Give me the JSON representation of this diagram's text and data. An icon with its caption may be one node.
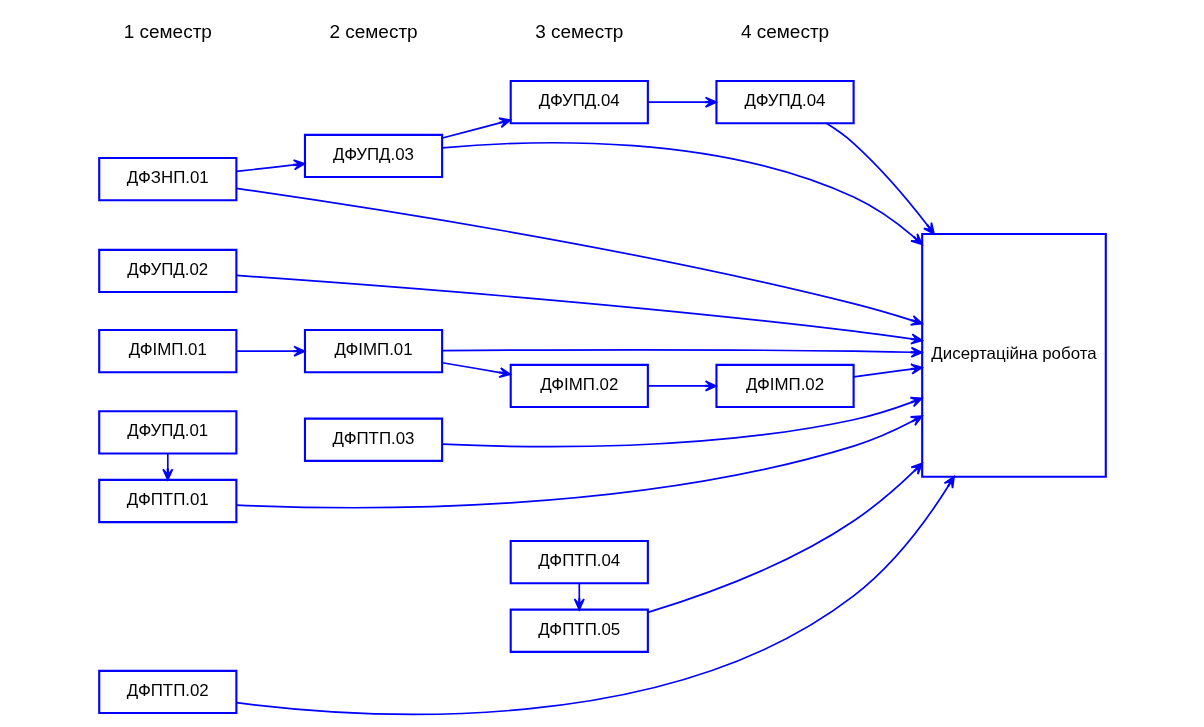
{
  "diagram": {
    "nodes": [
      {
        "text": [
          "ДФЗНП.01"
        ]
      },
      {
        "text": [
          "ДФУПД.03"
        ]
      },
      {
        "text": [
          "ДФУПД.04"
        ]
      },
      {
        "text": [
          "ДФУПД.04"
        ]
      },
      {
        "text": [
          "Дисертаційна робота"
        ]
      },
      {
        "text": [
          "ДФУПД.02"
        ]
      },
      {
        "text": [
          "ДФІМП.01"
        ]
      },
      {
        "text": [
          "ДФІМП.02"
        ]
      },
      {
        "text": [
          "ДФІМП.02"
        ]
      },
      {
        "text": [
          "ДФІМП.01"
        ]
      },
      {
        "text": [
          "ДФУПД.01"
        ]
      },
      {
        "text": [
          "ДФПТП.03"
        ]
      },
      {
        "text": [
          "ДФПТП.04"
        ]
      },
      {
        "text": [
          "ДФПТП.01"
        ]
      },
      {
        "text": [
          "ДФПТП.05"
        ]
      },
      {
        "text": [
          "ДФПТП.02"
        ]
      }
    ],
    "edges": [
      {
        "from": 0,
        "to": 1,
        "arrow": "to"
      },
      {
        "from": 1,
        "to": 2,
        "arrow": "to"
      },
      {
        "from": 2,
        "to": 3,
        "arrow": "to"
      },
      {
        "from": 0,
        "to": 4,
        "arrow": "to"
      },
      {
        "from": 5,
        "to": 4,
        "arrow": "to"
      },
      {
        "from": 1,
        "to": 4,
        "arrow": "to"
      },
      {
        "from": 6,
        "to": 4,
        "arrow": "to"
      },
      {
        "from": 3,
        "to": 4,
        "arrow": "to"
      },
      {
        "from": 8,
        "to": 4,
        "arrow": "to"
      },
      {
        "from": 6,
        "to": 7,
        "arrow": "to"
      },
      {
        "from": 7,
        "to": 8,
        "arrow": "to"
      },
      {
        "from": 9,
        "to": 6,
        "arrow": "to"
      },
      {
        "from": 10,
        "to": 13,
        "arrow": "to"
      },
      {
        "from": 12,
        "to": 14,
        "arrow": "to"
      },
      {
        "from": 13,
        "to": 4,
        "arrow": "to"
      },
      {
        "from": 15,
        "to": 4,
        "arrow": "to"
      },
      {
        "from": 11,
        "to": 4,
        "arrow": "to"
      },
      {
        "from": 14,
        "to": 4,
        "arrow": "to"
      }
    ],
    "labels": [
      "1 семестр",
      "2 семестр",
      "3 семестр",
      "4 семестр"
    ]
  }
}
